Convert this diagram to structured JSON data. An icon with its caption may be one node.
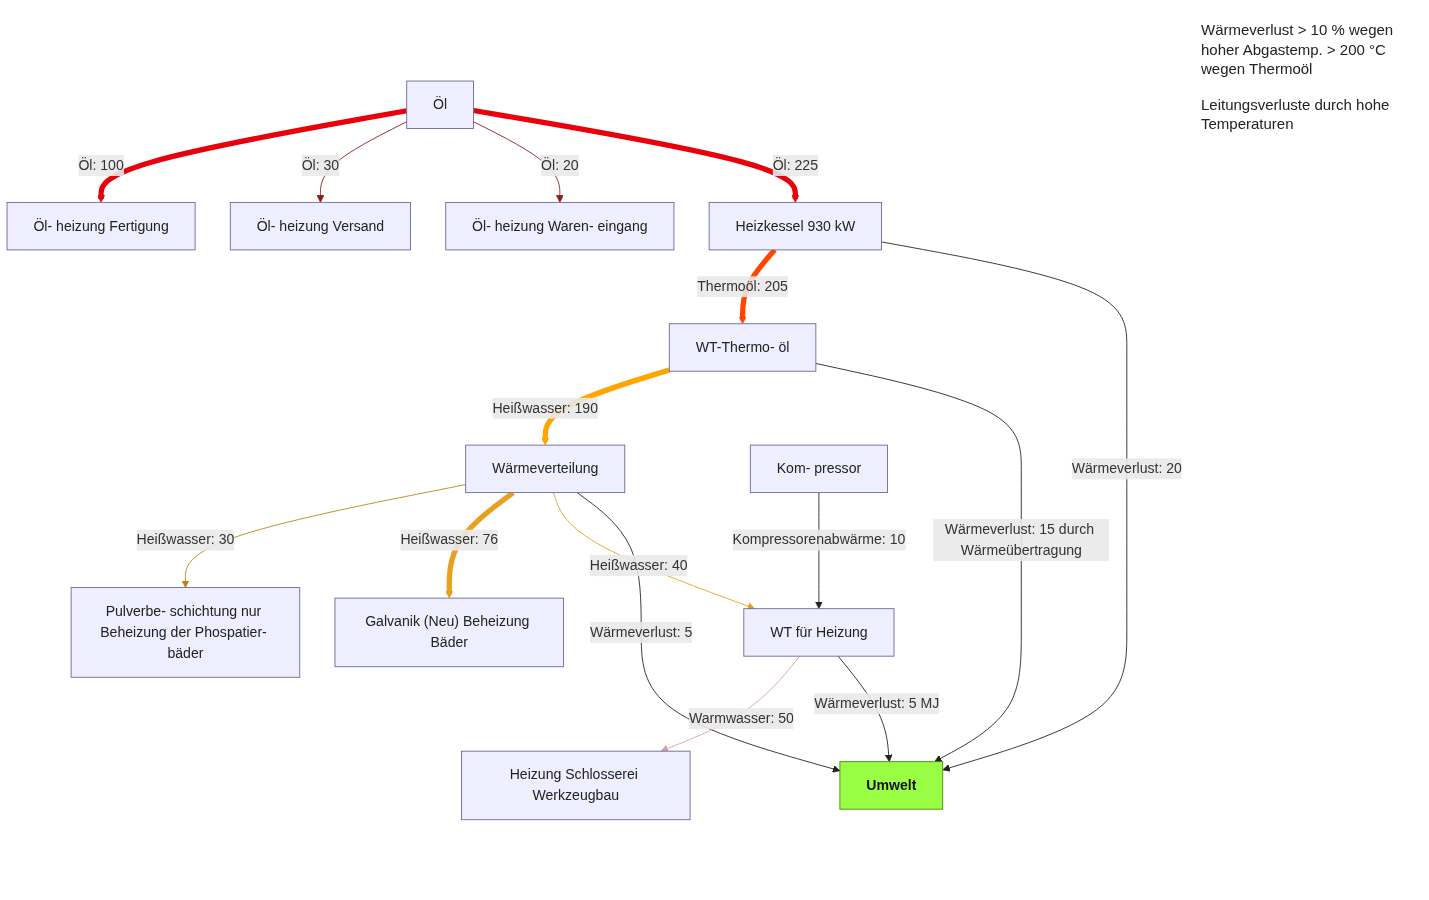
{
  "diagram": {
    "nodes": [
      {
        "text": [
          "Umwelt"
        ]
      },
      {
        "text": [
          "Öl"
        ]
      },
      {
        "text": [
          "Heizkessel 930 kW"
        ]
      },
      {
        "text": [
          "WT-Thermo- öl"
        ]
      },
      {
        "text": [
          "Wärmeverteilung"
        ]
      },
      {
        "text": [
          "Öl- heizung Waren- eingang"
        ]
      },
      {
        "text": [
          "Öl- heizung Versand"
        ]
      },
      {
        "text": [
          "Öl- heizung Fertigung"
        ]
      },
      {
        "text": [
          "Kom- pressor"
        ]
      },
      {
        "text": [
          "WT für Heizung"
        ]
      },
      {
        "text": [
          "Heizung Schlosserei Werkzeugbau"
        ]
      },
      {
        "text": [
          "Galvanik (Neu) Beheizung Bäder"
        ]
      },
      {
        "text": [
          "Pulverbe- schichtung nur Beheizung der Phospatier- bäder"
        ]
      }
    ],
    "edges": [
      {
        "from": 1,
        "to": 2,
        "arrow": "to",
        "label": "Öl: 225",
        "style": "thick",
        "color": "#e8000b"
      },
      {
        "from": 1,
        "to": 5,
        "arrow": "to",
        "label": "Öl: 20",
        "color": "#8b1a1a"
      },
      {
        "from": 1,
        "to": 6,
        "arrow": "to",
        "label": "Öl: 30",
        "color": "#8b1a1a"
      },
      {
        "from": 1,
        "to": 7,
        "arrow": "to",
        "label": "Öl: 100",
        "style": "thick",
        "color": "#e8000b"
      },
      {
        "from": 9,
        "to": 0,
        "arrow": "to",
        "label": "Wärmeverlust: 5 MJ"
      },
      {
        "from": 2,
        "to": 0,
        "arrow": "to",
        "label": "Wärmeverlust: 20"
      },
      {
        "from": 2,
        "to": 3,
        "arrow": "to",
        "label": "Thermoöl: 205",
        "style": "thick",
        "color": "#ff4500"
      },
      {
        "from": 3,
        "to": 0,
        "arrow": "to",
        "label": "Wärmeverlust: 15 durch Wärmeübertragung"
      },
      {
        "from": 3,
        "to": 4,
        "arrow": "to",
        "label": "Heißwasser: 190",
        "style": "thick",
        "color": "#ffa500"
      },
      {
        "from": 4,
        "to": 0,
        "arrow": "to",
        "label": "Wärmeverlust: 5"
      },
      {
        "from": 4,
        "to": 9,
        "arrow": "to",
        "label": "Heißwasser: 40",
        "color": "#e8a020"
      },
      {
        "from": 4,
        "to": 11,
        "arrow": "to",
        "label": "Heißwasser: 76",
        "style": "thick",
        "color": "#e8a020"
      },
      {
        "from": 4,
        "to": 12,
        "arrow": "to",
        "label": "Heißwasser: 30",
        "color": "#b8860b"
      },
      {
        "from": 8,
        "to": 9,
        "arrow": "to",
        "label": "Kompressorenabwärme: 10"
      },
      {
        "from": 9,
        "to": 10,
        "arrow": "to",
        "label": "Warmwasser: 50",
        "color": "#d8a0a0"
      }
    ],
    "labels": [
      "Wärmeverlust > 10 % wegen hoher Abgastemp. > 200 °C wegen Thermoöl",
      "Leitungsverluste durch hohe Temperaturen"
    ]
  }
}
